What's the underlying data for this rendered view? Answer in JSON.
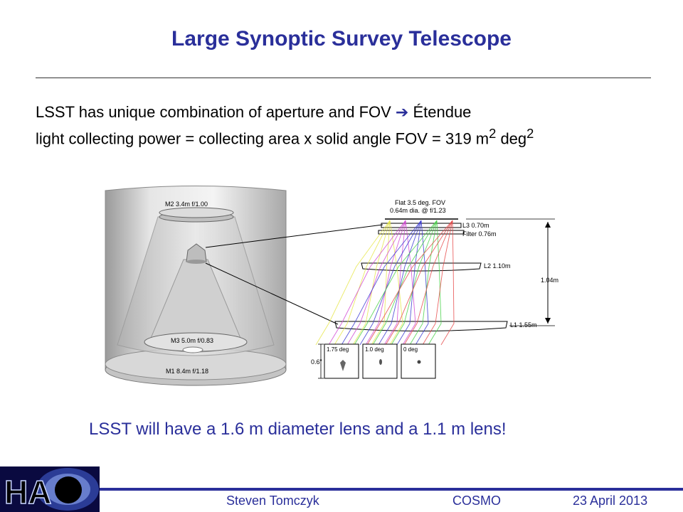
{
  "slide": {
    "title": "Large Synoptic Survey Telescope",
    "line1_text": "LSST has unique combination of aperture and FOV ",
    "line1_arrow": "➔",
    "line1_term": " Étendue",
    "line2_pre": "light collecting power = collecting area  x  solid angle FOV = 319 m",
    "line2_sup1": "2",
    "line2_mid": " deg",
    "line2_sup2": "2",
    "caption": "LSST will have a 1.6 m diameter lens and a 1.1 m lens!"
  },
  "telescope": {
    "m2_label": "M2 3.4m f/1.00",
    "m3_label": "M3 5.0m f/0.83",
    "m1_label": "M1 8.4m f/1.18"
  },
  "camera": {
    "fov_line1": "Flat 3.5 deg. FOV",
    "fov_line2": "0.64m dia. @ f/1.23",
    "l3_label": "L3 0.70m",
    "filter_label": "Filter 0.76m",
    "l2_label": "L2 1.10m",
    "l1_label": "L1 1.55m",
    "height_label": "1.04m",
    "spot_scale": "0.6\"",
    "spots": [
      {
        "label": "1.75 deg"
      },
      {
        "label": "1.0 deg"
      },
      {
        "label": "0 deg"
      }
    ]
  },
  "footer": {
    "logo_text": "HA",
    "author": "Steven Tomczyk",
    "event": "COSMO",
    "date": "23 April 2013"
  },
  "colors": {
    "accent": "#2a2f9a",
    "ray_colors": [
      "#e6e64a",
      "#d24ad2",
      "#3a3ad2",
      "#4ad24a",
      "#e64a4a"
    ]
  }
}
